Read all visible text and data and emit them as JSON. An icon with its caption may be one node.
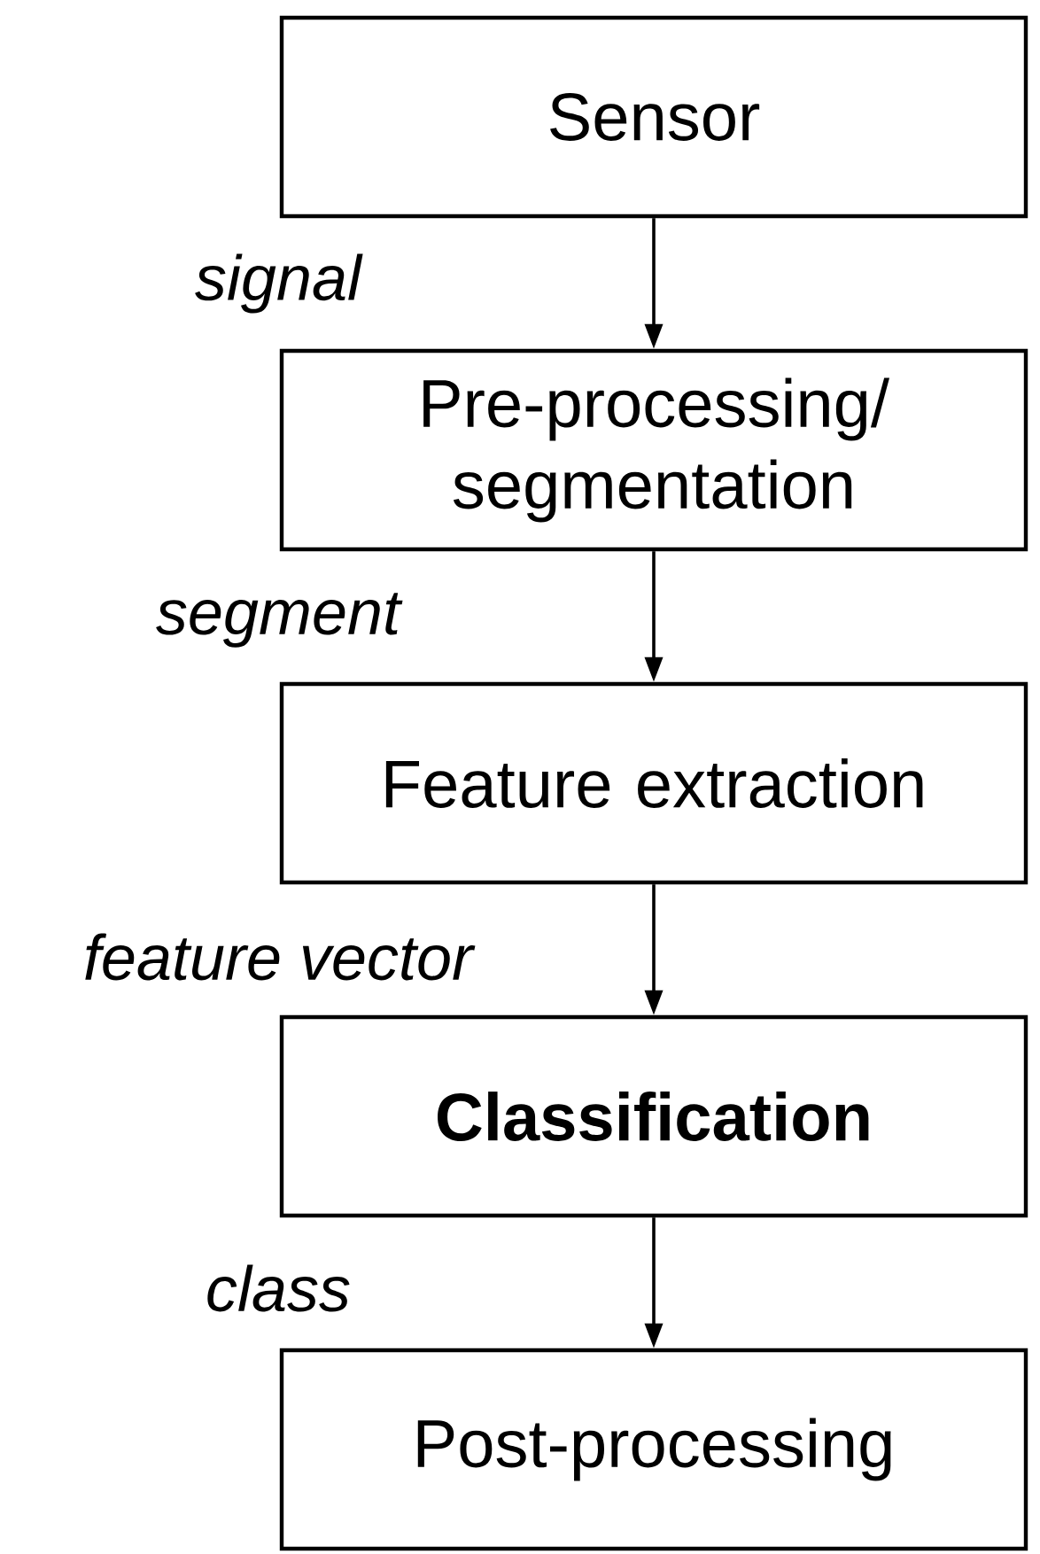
{
  "diagram": {
    "nodes": [
      {
        "text": [
          "Sensor"
        ]
      },
      {
        "text": [
          "Pre-processing/ segmentation"
        ]
      },
      {
        "text": [
          "Feature extraction"
        ]
      },
      {
        "text": [
          "Classification"
        ]
      },
      {
        "text": [
          "Post-processing"
        ]
      }
    ],
    "edges": [
      {
        "from": 0,
        "to": 1,
        "arrow": "to",
        "label": "signal"
      },
      {
        "from": 1,
        "to": 2,
        "arrow": "to",
        "label": "segment"
      },
      {
        "from": 2,
        "to": 3,
        "arrow": "to",
        "label": "feature vector"
      },
      {
        "from": 3,
        "to": 4,
        "arrow": "to",
        "label": "class"
      }
    ]
  }
}
